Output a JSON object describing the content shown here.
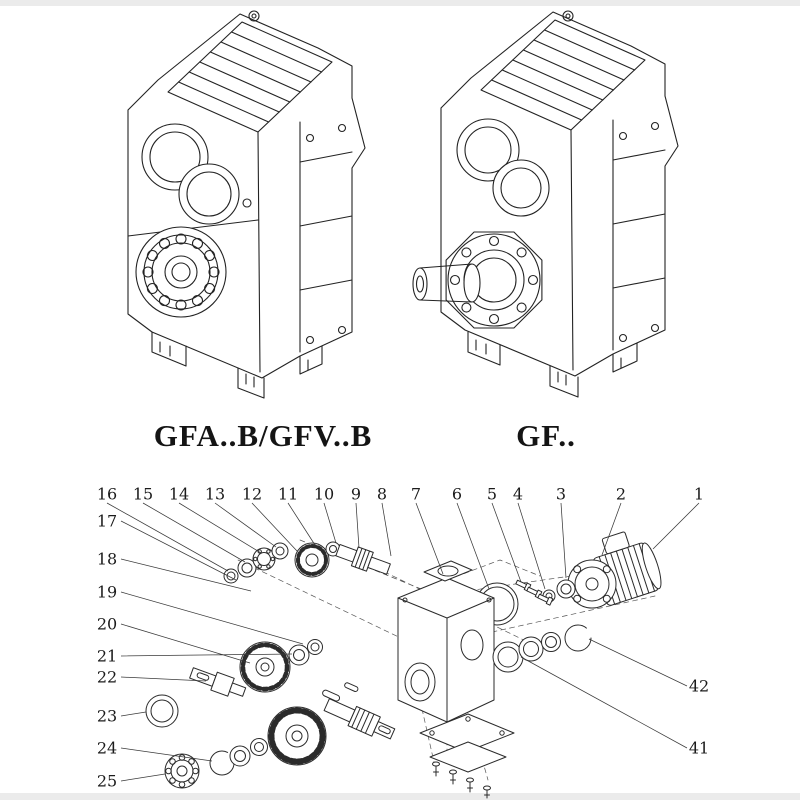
{
  "figures": {
    "left": {
      "label": "GFA..B/GFV..B"
    },
    "right": {
      "label": "GF.."
    }
  },
  "exploded_view": {
    "callouts_top": [
      "16",
      "15",
      "14",
      "13",
      "12",
      "11",
      "10",
      "9",
      "8",
      "7",
      "6",
      "5",
      "4",
      "3",
      "2",
      "1"
    ],
    "callouts_left": [
      "17",
      "18",
      "19",
      "20",
      "21",
      "22",
      "23",
      "24",
      "25"
    ],
    "callouts_right": [
      "42",
      "41"
    ]
  },
  "style": {
    "line_color": "#232323",
    "background": "#ffffff"
  }
}
